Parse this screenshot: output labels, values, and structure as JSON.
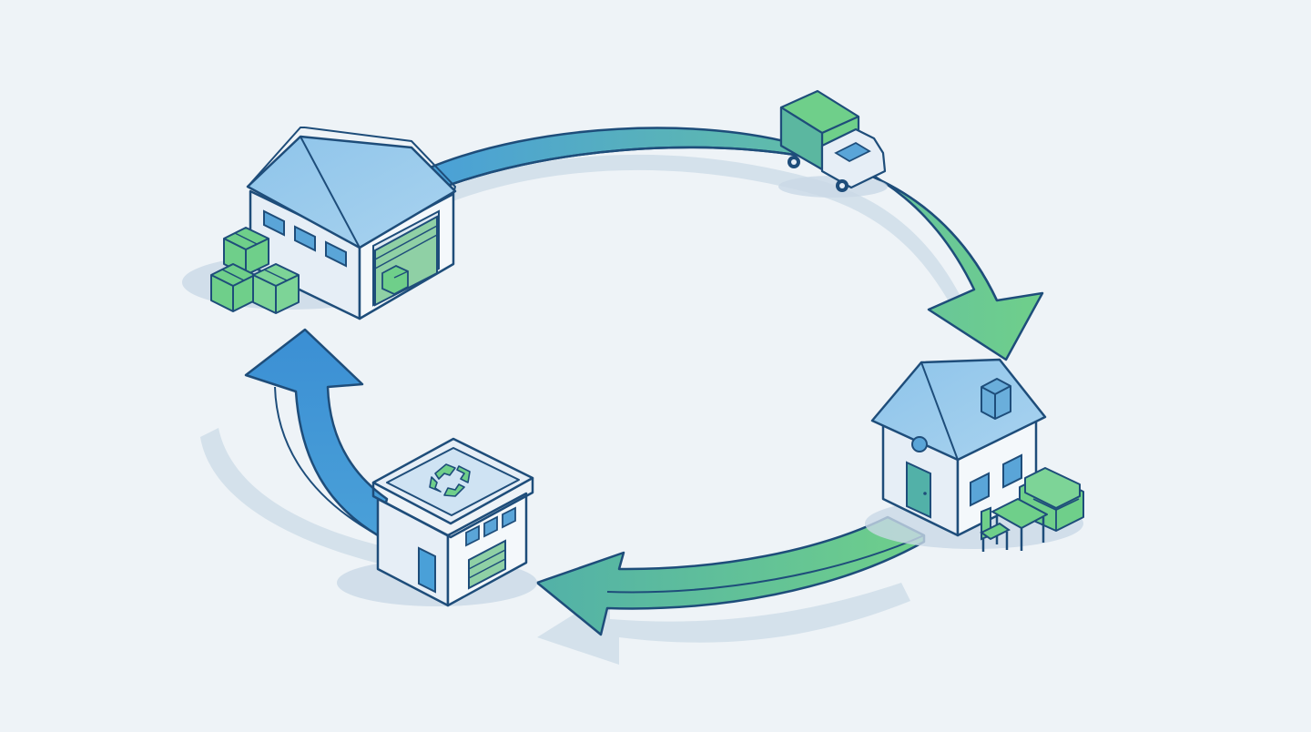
{
  "diagram": {
    "type": "circular-flow",
    "nodes": [
      {
        "id": "warehouse",
        "icon": "warehouse-icon",
        "extras": [
          "boxes-icon"
        ]
      },
      {
        "id": "delivery",
        "icon": "delivery-truck-icon"
      },
      {
        "id": "home",
        "icon": "house-icon",
        "extras": [
          "sofa-icon",
          "table-icon",
          "chair-icon"
        ]
      },
      {
        "id": "recycling",
        "icon": "recycling-facility-icon",
        "extras": [
          "recycle-symbol-icon"
        ]
      }
    ],
    "edges": [
      {
        "from": "warehouse",
        "to": "home",
        "via": "delivery"
      },
      {
        "from": "home",
        "to": "recycling"
      },
      {
        "from": "recycling",
        "to": "warehouse"
      }
    ]
  },
  "colors": {
    "background": "#eef3f7",
    "outline": "#1e4d7a",
    "blue": "#4aa0d8",
    "green": "#6fcf8a",
    "light_blue": "#a8d0ee",
    "wall": "#e6eef6",
    "shadow": "#c9d8e6"
  }
}
